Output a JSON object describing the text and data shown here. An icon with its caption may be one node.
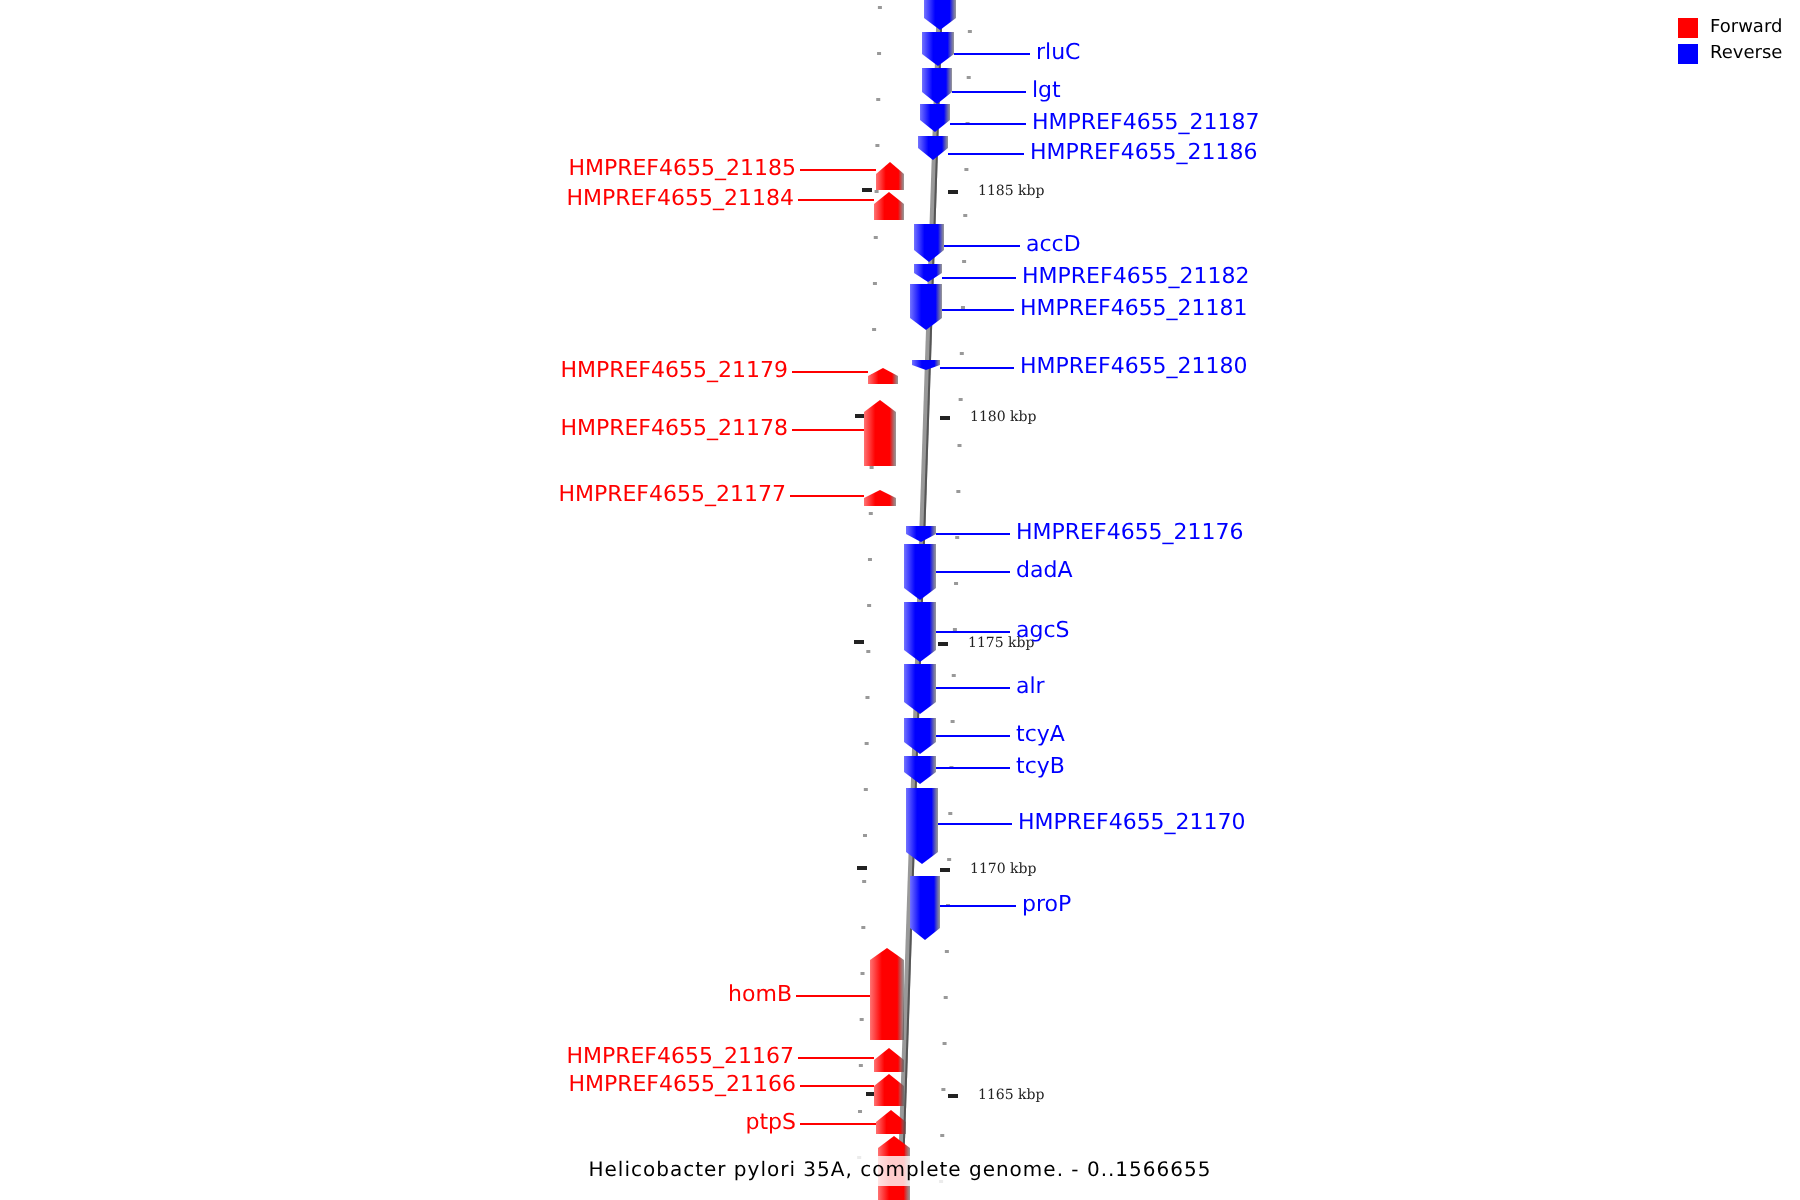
{
  "diagram": {
    "caption": "Helicobacter pylori 35A, complete genome. - 0..1566655",
    "nodes": [
      {
        "text": [],
        "shape": "bar"
      },
      {
        "text": [
          "rluC"
        ]
      },
      {
        "text": [],
        "shape": "bar"
      },
      {
        "text": [
          "lgt"
        ]
      },
      {
        "text": [],
        "shape": "bar"
      },
      {
        "text": [
          "HMPREF4655_21187"
        ]
      },
      {
        "text": [],
        "shape": "bar"
      },
      {
        "text": [
          "HMPREF4655_21186"
        ]
      },
      {
        "text": [],
        "shape": "bar"
      },
      {
        "text": [
          "HMPREF4655_21185"
        ]
      },
      {
        "text": [],
        "shape": "bar"
      },
      {
        "text": [
          "HMPREF4655_21184"
        ]
      },
      {
        "text": [],
        "shape": "bar"
      },
      {
        "text": [
          "accD"
        ]
      },
      {
        "text": [],
        "shape": "bar"
      },
      {
        "text": [
          "HMPREF4655_21182"
        ]
      },
      {
        "text": [],
        "shape": "bar"
      },
      {
        "text": [
          "HMPREF4655_21181"
        ]
      },
      {
        "text": [],
        "shape": "bar"
      },
      {
        "text": [
          "HMPREF4655_21180"
        ]
      },
      {
        "text": [],
        "shape": "bar"
      },
      {
        "text": [
          "HMPREF4655_21179"
        ]
      },
      {
        "text": [],
        "shape": "bar"
      },
      {
        "text": [
          "HMPREF4655_21178"
        ]
      },
      {
        "text": [],
        "shape": "bar"
      },
      {
        "text": [
          "HMPREF4655_21177"
        ]
      },
      {
        "text": [],
        "shape": "bar"
      },
      {
        "text": [
          "HMPREF4655_21176"
        ]
      },
      {
        "text": [],
        "shape": "bar"
      },
      {
        "text": [
          "dadA"
        ]
      },
      {
        "text": [],
        "shape": "bar"
      },
      {
        "text": [
          "agcS"
        ]
      },
      {
        "text": [],
        "shape": "bar"
      },
      {
        "text": [
          "alr"
        ]
      },
      {
        "text": [],
        "shape": "bar"
      },
      {
        "text": [
          "tcyA"
        ]
      },
      {
        "text": [],
        "shape": "bar"
      },
      {
        "text": [
          "tcyB"
        ]
      },
      {
        "text": [],
        "shape": "bar"
      },
      {
        "text": [
          "HMPREF4655_21170"
        ]
      },
      {
        "text": [],
        "shape": "bar"
      },
      {
        "text": [
          "proP"
        ]
      },
      {
        "text": [],
        "shape": "bar"
      },
      {
        "text": [
          "homB"
        ]
      },
      {
        "text": [],
        "shape": "bar"
      },
      {
        "text": [
          "HMPREF4655_21167"
        ]
      },
      {
        "text": [],
        "shape": "bar"
      },
      {
        "text": [
          "HMPREF4655_21166"
        ]
      },
      {
        "text": [],
        "shape": "bar"
      },
      {
        "text": [
          "ptpS"
        ]
      },
      {
        "text": [],
        "shape": "bar"
      },
      {
        "text": [],
        "shape": "bar"
      }
    ],
    "edges": [
      {
        "from": 1,
        "to": 2,
        "arrow": "none"
      },
      {
        "from": 3,
        "to": 4,
        "arrow": "none"
      },
      {
        "from": 5,
        "to": 6,
        "arrow": "none"
      },
      {
        "from": 7,
        "to": 8,
        "arrow": "none"
      },
      {
        "from": 9,
        "to": 10,
        "arrow": "none",
        "color": "#ff0000"
      },
      {
        "from": 11,
        "to": 12,
        "arrow": "none",
        "color": "#ff0000"
      },
      {
        "from": 13,
        "to": 14,
        "arrow": "none"
      },
      {
        "from": 15,
        "to": 16,
        "arrow": "none"
      },
      {
        "from": 17,
        "to": 18,
        "arrow": "none"
      },
      {
        "from": 19,
        "to": 20,
        "arrow": "none"
      },
      {
        "from": 21,
        "to": 22,
        "arrow": "none",
        "color": "#ff0000"
      },
      {
        "from": 23,
        "to": 24,
        "arrow": "none",
        "color": "#ff0000"
      },
      {
        "from": 25,
        "to": 26,
        "arrow": "none",
        "color": "#ff0000"
      },
      {
        "from": 27,
        "to": 28,
        "arrow": "none"
      },
      {
        "from": 29,
        "to": 30,
        "arrow": "none"
      },
      {
        "from": 31,
        "to": 32,
        "arrow": "none"
      },
      {
        "from": 33,
        "to": 34,
        "arrow": "none"
      },
      {
        "from": 35,
        "to": 36,
        "arrow": "none"
      },
      {
        "from": 37,
        "to": 38,
        "arrow": "none"
      },
      {
        "from": 39,
        "to": 40,
        "arrow": "none"
      },
      {
        "from": 41,
        "to": 42,
        "arrow": "none"
      },
      {
        "from": 43,
        "to": 44,
        "arrow": "none",
        "color": "#ff0000"
      },
      {
        "from": 45,
        "to": 46,
        "arrow": "none",
        "color": "#ff0000"
      },
      {
        "from": 47,
        "to": 48,
        "arrow": "none",
        "color": "#ff0000"
      },
      {
        "from": 49,
        "to": 50,
        "arrow": "none",
        "color": "#ff0000"
      }
    ],
    "labels": [
      "1185 kbp",
      "1180 kbp",
      "1175 kbp",
      "1170 kbp",
      "1165 kbp"
    ],
    "legend": [
      {
        "text": "Forward",
        "color": "#ff0000"
      },
      {
        "text": "Reverse",
        "color": "#0000ff"
      }
    ]
  }
}
